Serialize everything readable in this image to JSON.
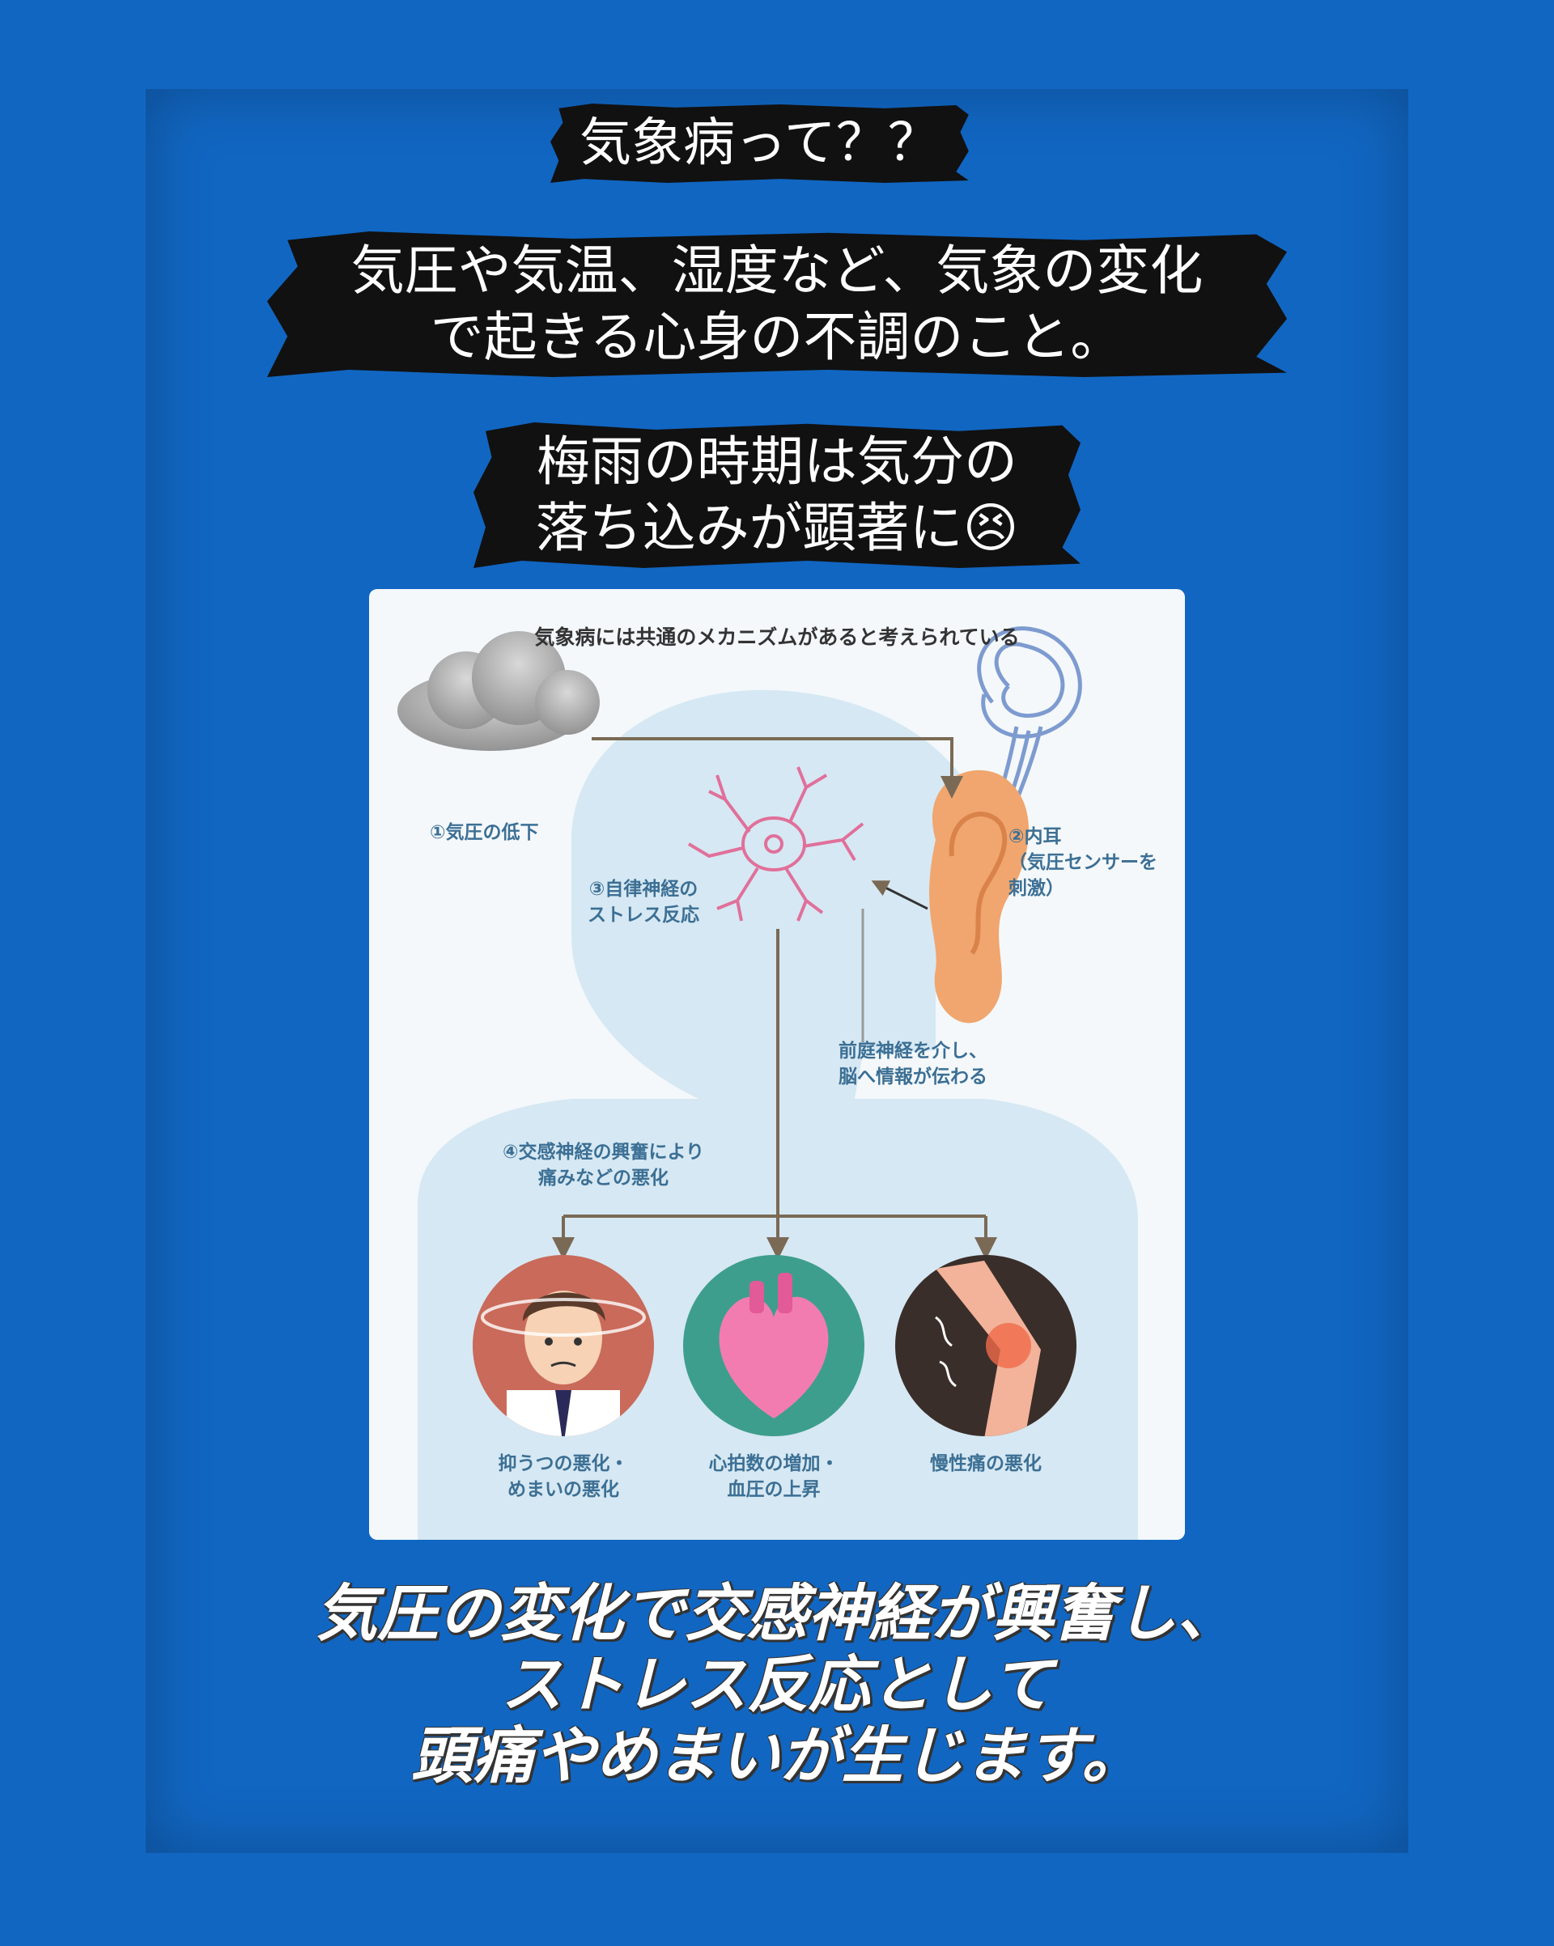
{
  "header": {
    "title": "気象病って？？",
    "definition": "気圧や気温、湿度など、気象の変化\nで起きる心身の不調のこと。",
    "note": "梅雨の時期は気分の\n落ち込みが顕著に😣"
  },
  "diagram": {
    "title": "気象病には共通のメカニズムがあると考えられている",
    "step1": "①気圧の低下",
    "step2": "②内耳\n（気圧センサーを\n刺激）",
    "step3": "③自律神経の\nストレス反応",
    "vestibular": "前庭神経を介し、\n脳へ情報が伝わる",
    "step4": "④交感神経の興奮により\n痛みなどの悪化",
    "outcomes": [
      {
        "label": "抑うつの悪化・\nめまいの悪化"
      },
      {
        "label": "心拍数の増加・\n血圧の上昇"
      },
      {
        "label": "慢性痛の悪化"
      }
    ],
    "colors": {
      "accent": "#1166c2",
      "silhouette": "#d6e8f3",
      "arrow": "#7a6a55",
      "nerve": "#e0709a"
    }
  },
  "footer": {
    "text": "気圧の変化で交感神経が興奮し、\nストレス反応として\n頭痛やめまいが生じます。"
  }
}
